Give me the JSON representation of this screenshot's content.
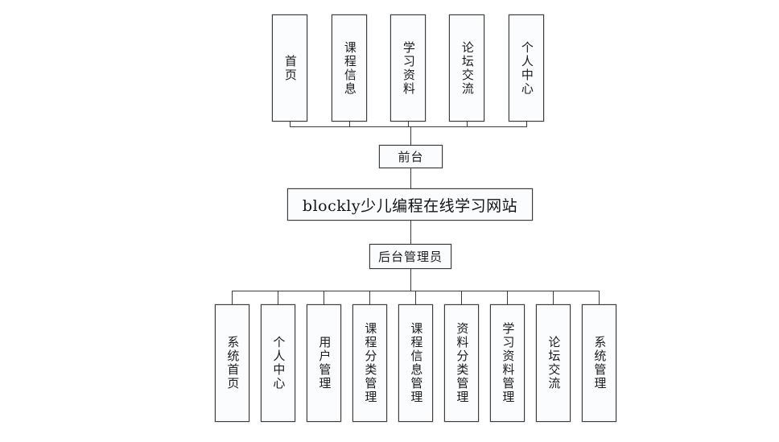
{
  "diagram": {
    "type": "hierarchy-tree",
    "title_node": {
      "label": "blockly少儿编程在线学习网站"
    },
    "branches": [
      {
        "key": "frontend",
        "label": "前台",
        "children": [
          {
            "label": "首页"
          },
          {
            "label": "课程信息"
          },
          {
            "label": "学习资料"
          },
          {
            "label": "论坛交流"
          },
          {
            "label": "个人中心"
          }
        ]
      },
      {
        "key": "admin",
        "label": "后台管理员",
        "children": [
          {
            "label": "系统首页"
          },
          {
            "label": "个人中心"
          },
          {
            "label": "用户管理"
          },
          {
            "label": "课程分类管理"
          },
          {
            "label": "课程信息管理"
          },
          {
            "label": "资料分类管理"
          },
          {
            "label": "学习资料管理"
          },
          {
            "label": "论坛交流"
          },
          {
            "label": "系统管理"
          }
        ]
      }
    ],
    "colors": {
      "background": "#ffffff",
      "box_fill": "#fbfcfe",
      "box_border": "#3c3c3c",
      "connector": "#3c3c3c",
      "text": "#1b1b1b"
    }
  }
}
